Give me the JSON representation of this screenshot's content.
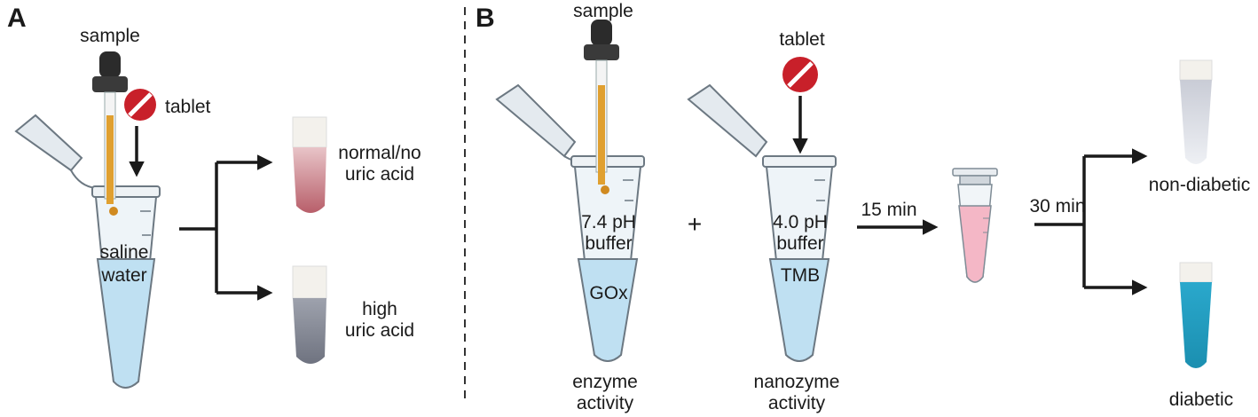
{
  "panel_a": {
    "letter": "A",
    "sample_label": "sample",
    "tablet_label": "tablet",
    "tube_label_line1": "saline",
    "tube_label_line2": "water",
    "outcome_normal_line1": "normal/no",
    "outcome_normal_line2": "uric acid",
    "outcome_high_line1": "high",
    "outcome_high_line2": "uric acid"
  },
  "panel_b": {
    "letter": "B",
    "sample_label": "sample",
    "tablet_label": "tablet",
    "tube1_line1": "7.4 pH",
    "tube1_line2": "buffer",
    "tube1_bottom": "GOx",
    "tube1_caption_line1": "enzyme",
    "tube1_caption_line2": "activity",
    "plus_sign": "+",
    "tube2_line1": "4.0 pH",
    "tube2_line2": "buffer",
    "tube2_bottom": "TMB",
    "tube2_caption_line1": "nanozyme",
    "tube2_caption_line2": "activity",
    "step1_time": "15 min",
    "step2_time": "30 min",
    "outcome_non_diabetic": "non-diabetic",
    "outcome_diabetic": "diabetic"
  },
  "colors": {
    "liquid_blue": "#bfe0f2",
    "tube_outline": "#7f8c96",
    "tablet_red": "#c8202a",
    "dropper_black": "#2b2b2b",
    "sample_amber": "#e0a030",
    "pink_result": "#c9767e",
    "gray_result": "#8a8e99",
    "teal_result": "#1a9ec2",
    "arrow": "#1a1a1a"
  }
}
